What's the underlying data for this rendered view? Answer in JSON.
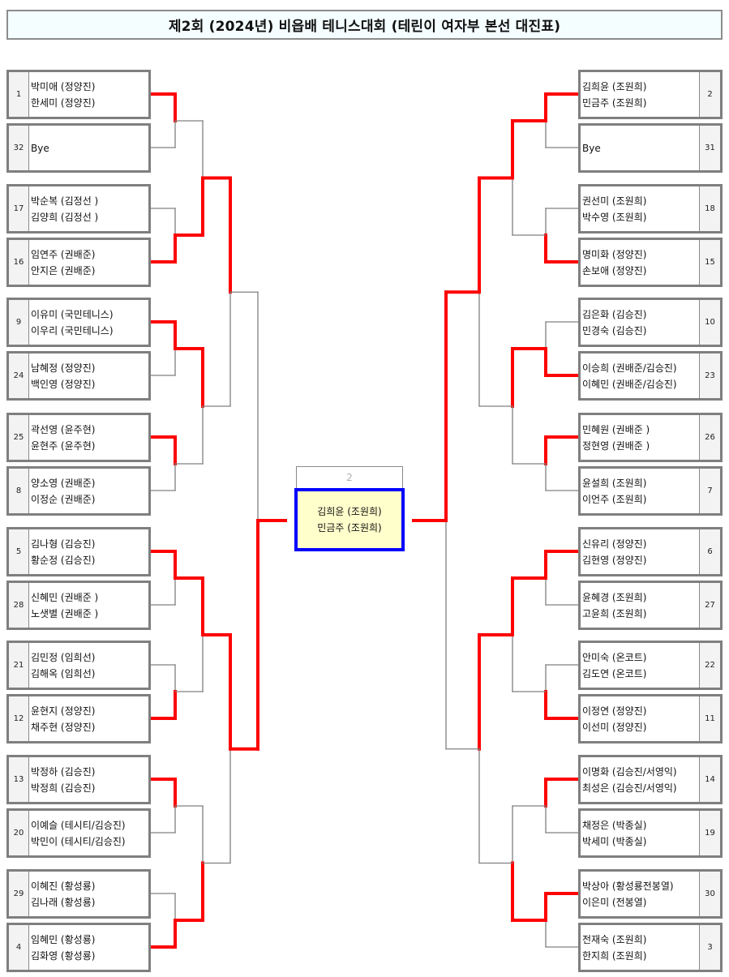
{
  "title": "제2회 (2024년) 비읍배 테니스대회 (테린이 여자부 본선 대진표)",
  "colors": {
    "winner_line": "#ff0000",
    "loser_line": "#808080",
    "final_border": "#0000ff",
    "final_bg": "#ffffcc"
  },
  "left_entries": [
    {
      "seed": "1",
      "names": [
        "박미애 (정양진)",
        "한세미 (정양진)"
      ]
    },
    {
      "seed": "32",
      "names": [
        "Bye"
      ]
    },
    {
      "seed": "17",
      "names": [
        "박순복 (김정선 )",
        "김양희 (김정선 )"
      ]
    },
    {
      "seed": "16",
      "names": [
        "임연주 (권배준)",
        "안지은 (권배준)"
      ]
    },
    {
      "seed": "9",
      "names": [
        "이유미 (국민테니스)",
        "이우리 (국민테니스)"
      ]
    },
    {
      "seed": "24",
      "names": [
        "남혜정 (정양진)",
        "백인영 (정양진)"
      ]
    },
    {
      "seed": "25",
      "names": [
        "곽선영 (윤주현)",
        "윤현주 (윤주현)"
      ]
    },
    {
      "seed": "8",
      "names": [
        "양소영 (권배준)",
        "이정순 (권배준)"
      ]
    },
    {
      "seed": "5",
      "names": [
        "김나형 (김승진)",
        "황순정 (김승진)"
      ]
    },
    {
      "seed": "28",
      "names": [
        "신혜민 (권배준 )",
        "노샛별 (권배준 )"
      ]
    },
    {
      "seed": "21",
      "names": [
        "김민정 (임희선)",
        "김해옥 (임희선)"
      ]
    },
    {
      "seed": "12",
      "names": [
        "윤현지 (정양진)",
        "채주현 (정양진)"
      ]
    },
    {
      "seed": "13",
      "names": [
        "박정하 (김승진)",
        "박정희 (김승진)"
      ]
    },
    {
      "seed": "20",
      "names": [
        "이예슬 (테시티/김승진)",
        "박민이 (테시티/김승진)"
      ]
    },
    {
      "seed": "29",
      "names": [
        "이혜진 (황성룡)",
        "김나래 (황성룡)"
      ]
    },
    {
      "seed": "4",
      "names": [
        "임혜민 (황성룡)",
        "김화영 (황성룡)"
      ]
    }
  ],
  "right_entries": [
    {
      "seed": "2",
      "names": [
        "김희윤 (조원희)",
        "민금주 (조원희)"
      ]
    },
    {
      "seed": "31",
      "names": [
        "Bye"
      ]
    },
    {
      "seed": "18",
      "names": [
        "권선미 (조원희)",
        "박수영 (조원희)"
      ]
    },
    {
      "seed": "15",
      "names": [
        "명미화 (정양진)",
        "손보애 (정양진)"
      ]
    },
    {
      "seed": "10",
      "names": [
        "김은화 (김승진)",
        "민경숙 (김승진)"
      ]
    },
    {
      "seed": "23",
      "names": [
        "이승희 (권배준/김승진)",
        "이혜민 (권배준/김승진)"
      ]
    },
    {
      "seed": "26",
      "names": [
        "민혜원 (권배준 )",
        "정현영 (권배준 )"
      ]
    },
    {
      "seed": "7",
      "names": [
        "윤설희 (조원희)",
        "이언주 (조원희)"
      ]
    },
    {
      "seed": "6",
      "names": [
        "신유리 (정양진)",
        "김현영 (정양진)"
      ]
    },
    {
      "seed": "27",
      "names": [
        "윤혜경 (조원희)",
        "고윤희 (조원희)"
      ]
    },
    {
      "seed": "22",
      "names": [
        "안미숙 (온코트)",
        "김도연 (온코트)"
      ]
    },
    {
      "seed": "11",
      "names": [
        "이정연 (정양진)",
        "이선미 (정양진)"
      ]
    },
    {
      "seed": "14",
      "names": [
        "이명화 (김승진/서영익)",
        "최성은 (김승진/서영익)"
      ]
    },
    {
      "seed": "19",
      "names": [
        "채정은 (박종실)",
        "박세미 (박종실)"
      ]
    },
    {
      "seed": "30",
      "names": [
        "박상아 (황성룡전봉열)",
        "이은미 (전봉열)"
      ]
    },
    {
      "seed": "3",
      "names": [
        "전재숙 (조원희)",
        "한지희 (조원희)"
      ]
    }
  ],
  "results": {
    "left": {
      "r1": [
        "top",
        "bottom",
        "top",
        "top",
        "top",
        "bottom",
        "top",
        "bottom"
      ],
      "r2": [
        "bottom",
        "top",
        "top",
        "bottom"
      ],
      "r3": [
        "top",
        "top"
      ],
      "r4": "bottom"
    },
    "right": {
      "r1": [
        "top",
        "bottom",
        "bottom",
        "top",
        "top",
        "bottom",
        "top",
        "top"
      ],
      "r2": [
        "top",
        "top",
        "top",
        "bottom"
      ],
      "r3": [
        "top",
        "top"
      ],
      "r4": "top"
    }
  },
  "final": {
    "seed": "2",
    "names": [
      "김희윤 (조원희)",
      "민금주 (조원희)"
    ]
  }
}
